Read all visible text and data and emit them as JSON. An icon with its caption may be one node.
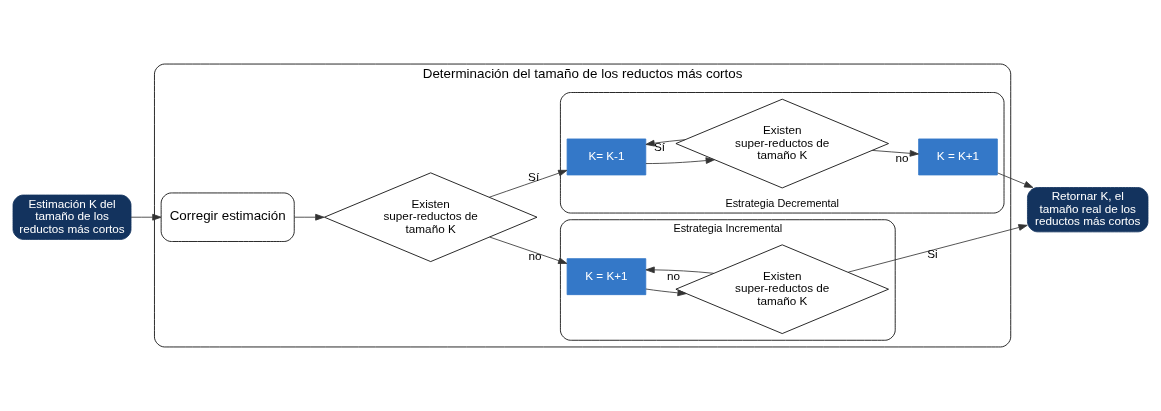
{
  "diagram": {
    "nodes": [
      {
        "text": [
          "Estimación K del tamaño de los reductos más cortos"
        ]
      },
      {
        "text": [
          "Determinación del tamaño de los reductos más cortos"
        ]
      },
      {
        "text": [
          "Corregir estimación"
        ],
        "in": 1
      },
      {
        "text": [
          "Existen super-reductos de tamaño K"
        ],
        "in": 1
      },
      {
        "text": [
          "Estrategia Decremental"
        ],
        "in": 1
      },
      {
        "text": [
          "K= K-1"
        ],
        "in": 4
      },
      {
        "text": [
          "Existen super-reductos de tamaño K"
        ],
        "in": 4
      },
      {
        "text": [
          "K = K+1"
        ],
        "in": 4
      },
      {
        "text": [
          "Estrategia Incremental"
        ],
        "in": 1
      },
      {
        "text": [
          "K = K+1"
        ],
        "in": 8
      },
      {
        "text": [
          "Existen super-reductos de tamaño K"
        ],
        "in": 8
      },
      {
        "text": [
          "Retornar K, el tamaño real de los reductos más cortos"
        ]
      }
    ],
    "edges": [
      {
        "from": 0,
        "to": 2,
        "arrow": "to"
      },
      {
        "from": 2,
        "to": 3,
        "arrow": "to"
      },
      {
        "from": 3,
        "to": 5,
        "arrow": "to",
        "label": "Sí"
      },
      {
        "from": 5,
        "to": 6,
        "arrow": "to"
      },
      {
        "from": 6,
        "to": 7,
        "arrow": "to",
        "label": "no"
      },
      {
        "from": 6,
        "to": 5,
        "arrow": "to",
        "label": "Sí"
      },
      {
        "from": 7,
        "to": 11,
        "arrow": "to"
      },
      {
        "from": 3,
        "to": 9,
        "arrow": "to",
        "label": "no"
      },
      {
        "from": 9,
        "to": 10,
        "arrow": "to"
      },
      {
        "from": 10,
        "to": 9,
        "arrow": "to",
        "label": "no"
      },
      {
        "from": 10,
        "to": 11,
        "arrow": "to",
        "label": "Si"
      }
    ]
  }
}
